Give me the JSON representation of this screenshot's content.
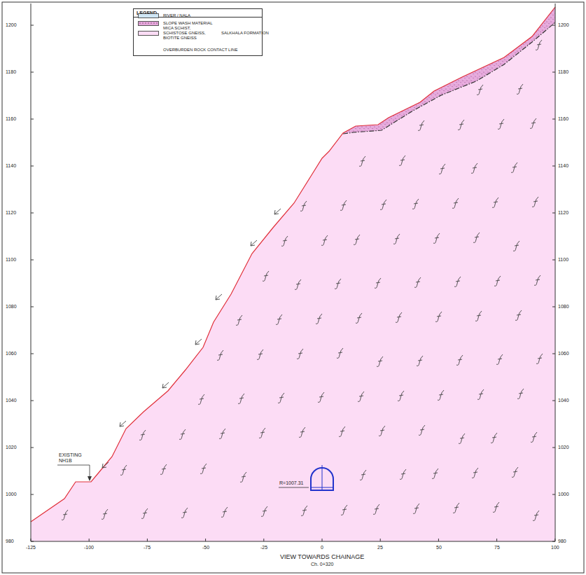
{
  "diagram": {
    "nodes": [
      {
        "text": [
          "LEGEND"
        ]
      }
    ],
    "labels": [
      "1200",
      "1180",
      "1160",
      "1140",
      "1120",
      "1100",
      "1080",
      "1060",
      "1040",
      "1020",
      "1000",
      "980",
      "1200",
      "1180",
      "1160",
      "1140",
      "1120",
      "1100",
      "1080",
      "1060",
      "1040",
      "1020",
      "1000",
      "980",
      "-125",
      "-100",
      "-75",
      "-50",
      "-25",
      "0",
      "25",
      "50",
      "75",
      "100",
      "EXISTING NH1B",
      "R=1007.31",
      "SALKHALA FORMATION",
      "VIEW TOWARDS CHAINAGE",
      "Ch. 0+320"
    ],
    "legend": [
      {
        "text": "RIVER / NALA",
        "color": "#cfe6f5"
      },
      {
        "text": "SLOPE WASH MATERIAL",
        "color": "#e6a9dc"
      },
      {
        "text": "MICA SCHIST, SCHISTOSE GNEISS, BIOTITE GNEISS",
        "color": "#fcdcf5"
      },
      {
        "text": "OVERBURDEN ROCK CONTACT LINE"
      }
    ]
  }
}
